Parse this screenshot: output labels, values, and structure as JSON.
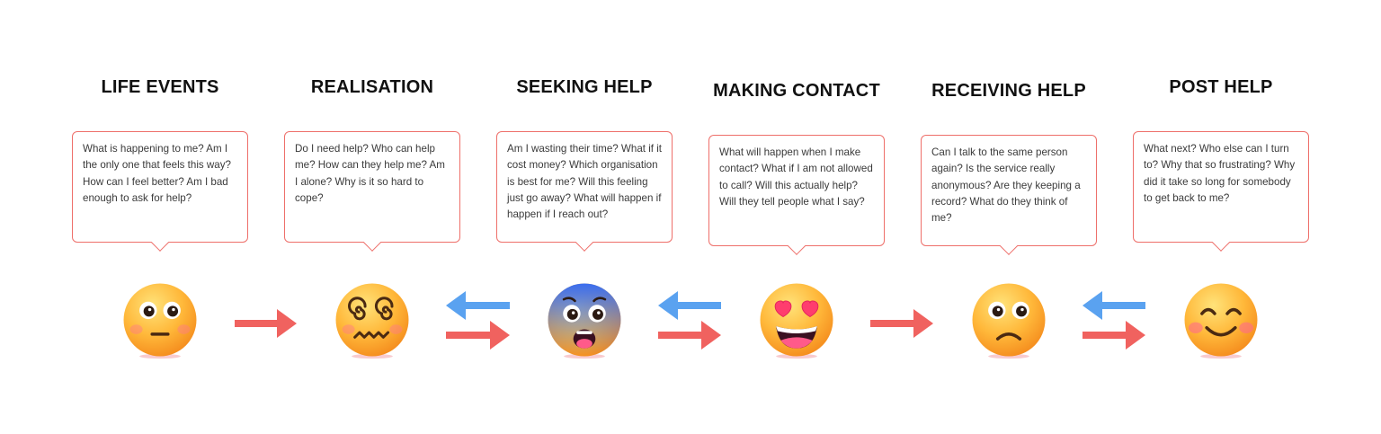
{
  "stages": [
    {
      "title": "LIFE EVENTS",
      "text": "What is happening to me? Am I the only one that feels this way? How can I feel better? Am I bad enough to ask for help?",
      "emoji": "neutral-face-icon"
    },
    {
      "title": "REALISATION",
      "text": "Do I need help? Who can help me? How can they help me? Am I alone? Why is it so hard to cope?",
      "emoji": "dizzy-face-icon"
    },
    {
      "title": "SEEKING HELP",
      "text": "Am I wasting their time? What if it cost money? Which organisation is best for me? Will this feeling just go away? What will happen if happen if I reach out?",
      "emoji": "anxious-face-icon"
    },
    {
      "title": "MAKING CONTACT",
      "text": "What will happen when I make contact? What if I am not allowed to call? Will this actually help? Will they tell people what I say?",
      "emoji": "heart-eyes-face-icon"
    },
    {
      "title": "RECEIVING HELP",
      "text": "Can I talk to the same person again? Is the service really anonymous? Are they keeping a record? What do they think of me?",
      "emoji": "slightly-frowning-face-icon"
    },
    {
      "title": "POST HELP",
      "text": "What next? Who else can I turn to? Why that so frustrating? Why did it take so long for somebody to get back to me?",
      "emoji": "smiling-face-icon"
    }
  ],
  "connectors": [
    {
      "forward": true,
      "backward": false
    },
    {
      "forward": true,
      "backward": true
    },
    {
      "forward": true,
      "backward": true
    },
    {
      "forward": true,
      "backward": false
    },
    {
      "forward": true,
      "backward": true
    }
  ],
  "colors": {
    "forward_arrow": "#f0625f",
    "backward_arrow": "#5aa2f0",
    "bubble_border": "#ee6f6a"
  }
}
